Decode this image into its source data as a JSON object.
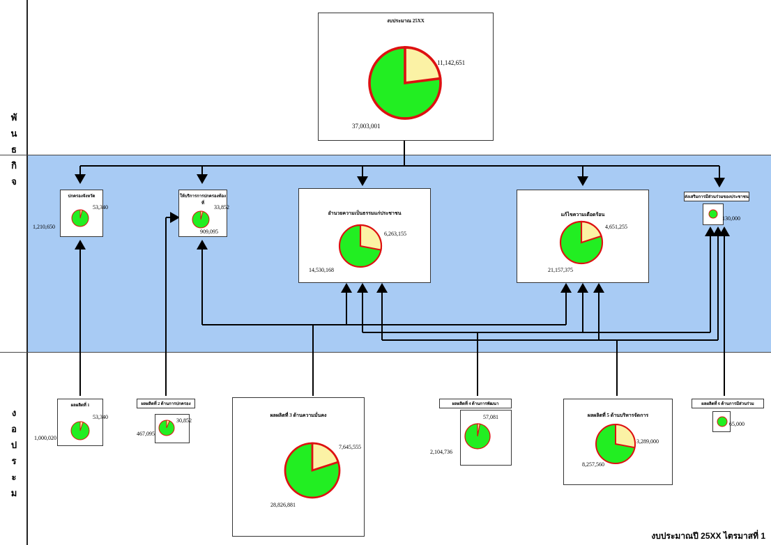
{
  "side_labels": {
    "top": [
      "พั",
      "น",
      "ธ",
      "กิ",
      "จ"
    ],
    "bottom": [
      "ง",
      "อ",
      "ป",
      "ร",
      "ะ",
      "ม"
    ]
  },
  "footer": "งบประมาณปี 25XX ไตรมาสที่ 1",
  "colors": {
    "band": "#a8cbf4",
    "pie_main": "#22ee22",
    "pie_slice": "#fbf2a5",
    "pie_border": "#dd1111"
  },
  "nodes": {
    "top": {
      "title": "งบประมาณ 25XX",
      "values": [
        "11,142,651",
        "37,003,001"
      ],
      "slice_fraction": 0.23
    },
    "mission_1": {
      "title": "ปกครองจังหวัด",
      "values": [
        "53,340",
        "1,210,650"
      ],
      "slice_fraction": 0.04
    },
    "mission_2": {
      "title": "ให้บริการการปกครองท้องที่",
      "values": [
        "33,852",
        "909,095"
      ],
      "slice_fraction": 0.04
    },
    "mission_3": {
      "title": "อำนวยความเป็นธรรมแก่ประชาชน",
      "values": [
        "6,263,155",
        "14,530,168"
      ],
      "slice_fraction": 0.28
    },
    "mission_4": {
      "title": "แก้ไขความเดือดร้อน",
      "values": [
        "4,651,255",
        "21,157,375"
      ],
      "slice_fraction": 0.2
    },
    "mission_5": {
      "title": "ส่งเสริมการมีส่วนร่วมของประชาชน",
      "values": [
        "130,000"
      ],
      "slice_fraction": 0.0
    },
    "fund_1": {
      "title": "ผลผลิตที่ 1",
      "values": [
        "53,340",
        "1,000,020"
      ],
      "slice_fraction": 0.05
    },
    "fund_2": {
      "title": "ผลผลิตที่ 2 ด้านการปกครอง",
      "values": [
        "30,852",
        "467,095"
      ],
      "slice_fraction": 0.06
    },
    "fund_3": {
      "title": "ผลผลิตที่ 3 ด้านความมั่นคง",
      "values": [
        "7,645,555",
        "28,826,881"
      ],
      "slice_fraction": 0.2
    },
    "fund_4": {
      "title": "ผลผลิตที่ 4 ด้านการพัฒนา",
      "values": [
        "57,081",
        "2,104,736"
      ],
      "slice_fraction": 0.03
    },
    "fund_5": {
      "title": "ผลผลิตที่ 5 ด้านบริหารจัดการ",
      "values": [
        "3,289,000",
        "8,257,560"
      ],
      "slice_fraction": 0.28
    },
    "fund_6": {
      "title": "ผลผลิตที่ 6 ด้านการมีส่วนร่วม",
      "values": [
        "65,000"
      ],
      "slice_fraction": 0.0
    }
  }
}
